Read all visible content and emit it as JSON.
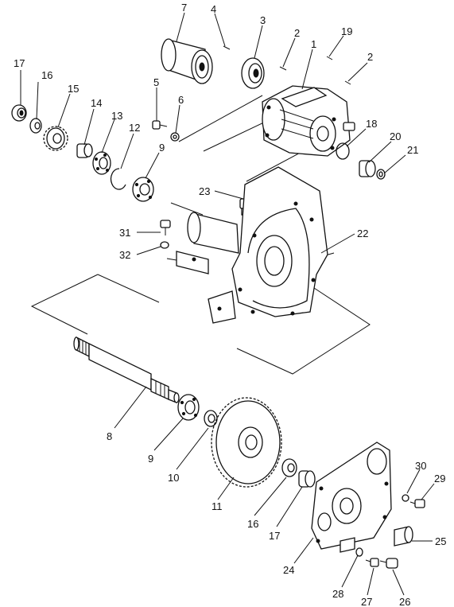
{
  "diagram": {
    "callouts": [
      {
        "id": "c17a",
        "label": "17"
      },
      {
        "id": "c16a",
        "label": "16"
      },
      {
        "id": "c15",
        "label": "15"
      },
      {
        "id": "c14",
        "label": "14"
      },
      {
        "id": "c13",
        "label": "13"
      },
      {
        "id": "c12",
        "label": "12"
      },
      {
        "id": "c9a",
        "label": "9"
      },
      {
        "id": "c5",
        "label": "5"
      },
      {
        "id": "c6",
        "label": "6"
      },
      {
        "id": "c7",
        "label": "7"
      },
      {
        "id": "c4",
        "label": "4"
      },
      {
        "id": "c3",
        "label": "3"
      },
      {
        "id": "c2a",
        "label": "2"
      },
      {
        "id": "c1",
        "label": "1"
      },
      {
        "id": "c19",
        "label": "19"
      },
      {
        "id": "c2b",
        "label": "2"
      },
      {
        "id": "c18",
        "label": "18"
      },
      {
        "id": "c20",
        "label": "20"
      },
      {
        "id": "c21",
        "label": "21"
      },
      {
        "id": "c23",
        "label": "23"
      },
      {
        "id": "c31",
        "label": "31"
      },
      {
        "id": "c32",
        "label": "32"
      },
      {
        "id": "c22",
        "label": "22"
      },
      {
        "id": "c8",
        "label": "8"
      },
      {
        "id": "c9b",
        "label": "9"
      },
      {
        "id": "c10",
        "label": "10"
      },
      {
        "id": "c11",
        "label": "11"
      },
      {
        "id": "c16b",
        "label": "16"
      },
      {
        "id": "c17b",
        "label": "17"
      },
      {
        "id": "c30",
        "label": "30"
      },
      {
        "id": "c29",
        "label": "29"
      },
      {
        "id": "c25",
        "label": "25"
      },
      {
        "id": "c24",
        "label": "24"
      },
      {
        "id": "c28",
        "label": "28"
      },
      {
        "id": "c27",
        "label": "27"
      },
      {
        "id": "c26",
        "label": "26"
      }
    ]
  }
}
